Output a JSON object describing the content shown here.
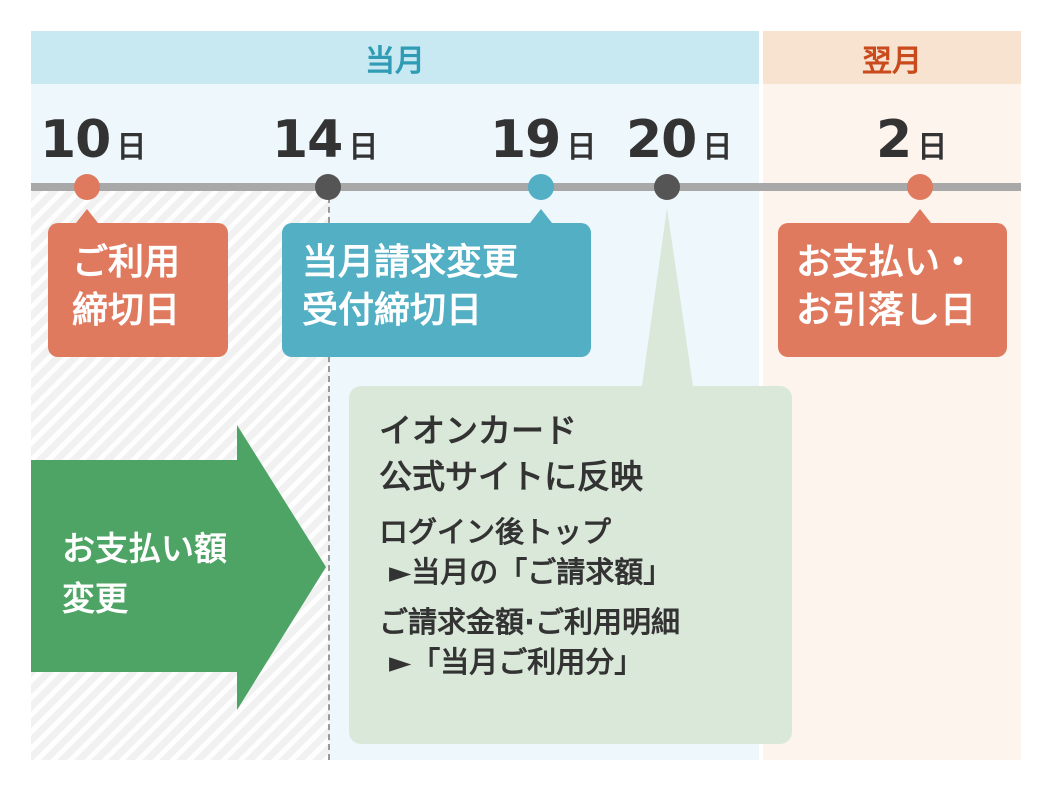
{
  "months": {
    "current": {
      "label": "当月",
      "color": "#2f9bb5"
    },
    "next": {
      "label": "翌月",
      "color": "#c94a1c"
    }
  },
  "dates": [
    {
      "num": "10",
      "unit": "日"
    },
    {
      "num": "14",
      "unit": "日"
    },
    {
      "num": "19",
      "unit": "日"
    },
    {
      "num": "20",
      "unit": "日"
    },
    {
      "num": "2",
      "unit": "日"
    }
  ],
  "callouts": {
    "usage_cutoff": {
      "line1": "ご利用",
      "line2": "締切日",
      "color": "#e07a5f"
    },
    "billing_change_cutoff": {
      "line1": "当月請求変更",
      "line2": "受付締切日",
      "color": "#52afc4"
    },
    "payment_day": {
      "line1": "お支払い・",
      "line2": "お引落し日",
      "color": "#e07a5f"
    }
  },
  "info": {
    "title_line1": "イオンカード",
    "title_line2": "公式サイトに反映",
    "path1_line1": "ログイン後トップ",
    "path1_line2": "►当月の「ご請求額」",
    "path2_line1": "ご請求金額·ご利用明細",
    "path2_line2": "►「当月ご利用分」"
  },
  "arrow": {
    "line1": "お支払い額",
    "line2": "変更",
    "color": "#4ea465"
  },
  "colors": {
    "timeline": "#a8a8a8",
    "dot_gray": "#555555",
    "dot_orange": "#e07a5f",
    "dot_blue": "#52afc4"
  }
}
